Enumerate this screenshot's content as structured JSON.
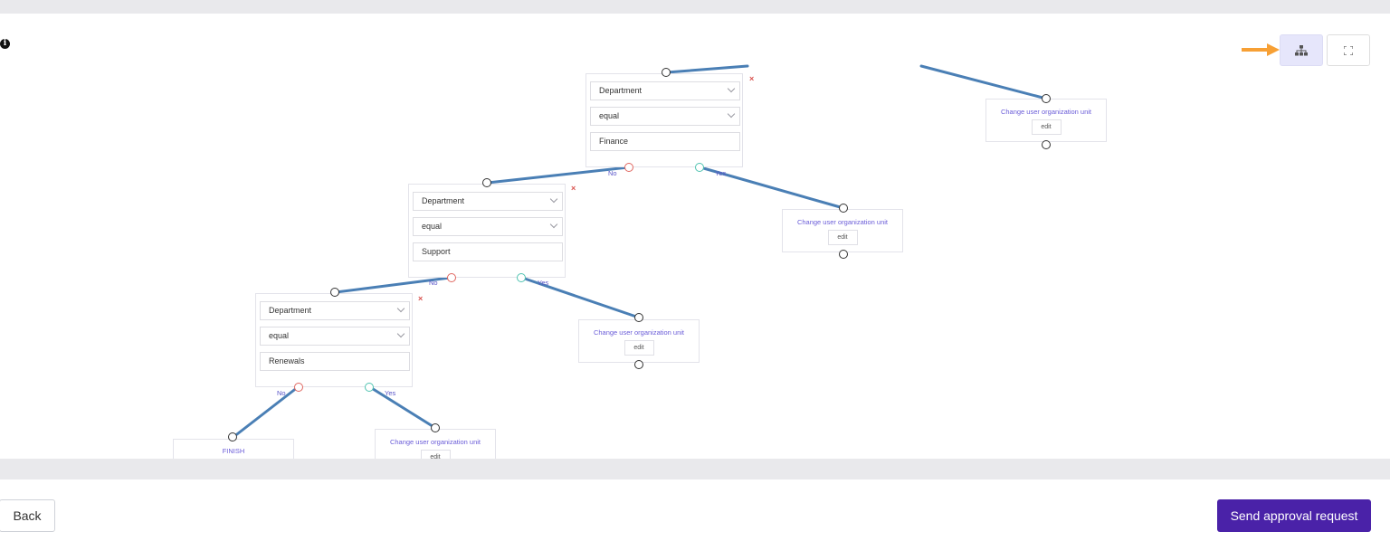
{
  "toolbar": {
    "info_icon": "info-icon",
    "tree_layout_icon": "sitemap-icon",
    "fullscreen_icon": "expand-icon",
    "accent_color": "#e6e6fb",
    "hint_arrow_color": "#f7a035"
  },
  "flow": {
    "edge_color": "#4a7fb5",
    "conditions": [
      {
        "field": "Department",
        "operator": "equal",
        "value": "Finance"
      },
      {
        "field": "Department",
        "operator": "equal",
        "value": "Support"
      },
      {
        "field": "Department",
        "operator": "equal",
        "value": "Renewals"
      }
    ],
    "branch_labels": {
      "no": "No",
      "yes": "Yes"
    },
    "actions": [
      {
        "title": "Change user organization unit",
        "edit_label": "edit"
      },
      {
        "title": "Change user organization unit",
        "edit_label": "edit"
      },
      {
        "title": "Change user organization unit",
        "edit_label": "edit"
      },
      {
        "title": "Change user organization unit",
        "edit_label": "edit"
      }
    ],
    "finish_label": "FINISH",
    "delete_symbol": "×"
  },
  "footer": {
    "back_label": "Back",
    "send_label": "Send approval request",
    "send_color": "#4a22a8"
  }
}
